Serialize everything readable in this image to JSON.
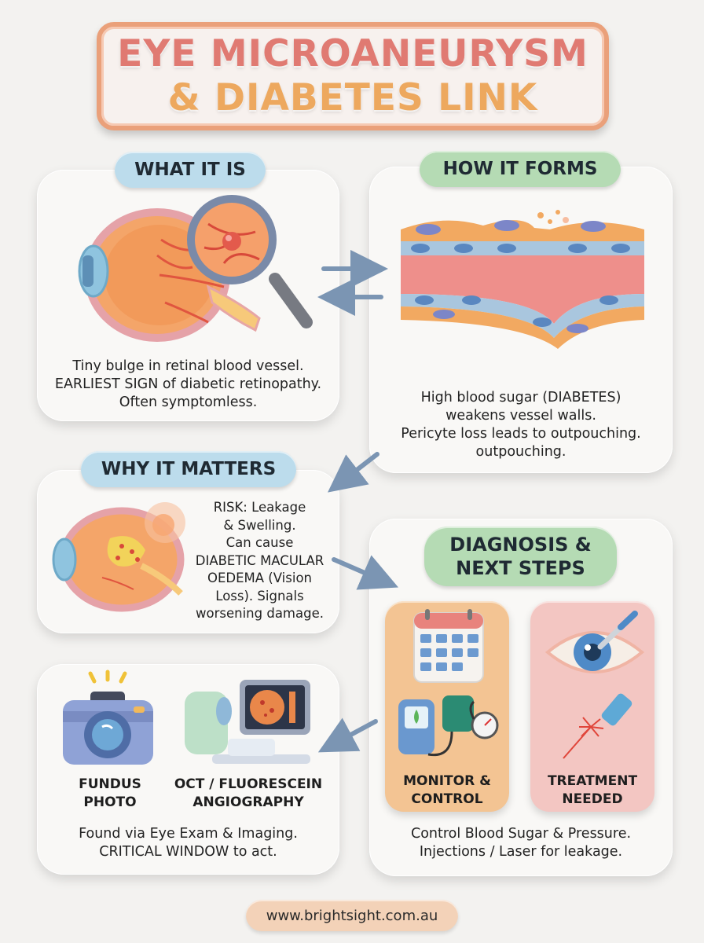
{
  "title": {
    "line1": "EYE MICROANEURYSM",
    "line2": "& DIABETES LINK"
  },
  "sections": {
    "what_it_is": {
      "heading": "WHAT IT IS",
      "lines": [
        "Tiny bulge in retinal blood vessel.",
        "EARLIEST SIGN of diabetic retinopathy.",
        "Often symptomless."
      ]
    },
    "how_it_forms": {
      "heading": "HOW IT FORMS",
      "lines": [
        "High blood sugar (DIABETES)",
        "weakens vessel walls.",
        "Pericyte loss leads to outpouching.",
        "outpouching."
      ]
    },
    "why_it_matters": {
      "heading": "WHY IT MATTERS",
      "lines": [
        "RISK: Leakage",
        "& Swelling.",
        "Can cause",
        "DIABETIC MACULAR",
        "OEDEMA (Vision",
        "Loss). Signals",
        "worsening damage."
      ]
    },
    "diagnosis": {
      "heading_line1": "DIAGNOSIS &",
      "heading_line2": "NEXT STEPS",
      "monitor": {
        "line1": "MONITOR &",
        "line2": "CONTROL"
      },
      "treatment": {
        "line1": "TREATMENT",
        "line2": "NEEDED"
      },
      "lines": [
        "Control Blood Sugar & Pressure.",
        "Injections / Laser for leakage."
      ]
    },
    "imaging": {
      "fundus": {
        "line1": "FUNDUS",
        "line2": "PHOTO"
      },
      "oct": {
        "line1": "OCT / FLUORESCEIN",
        "line2": "ANGIOGRAPHY"
      },
      "lines": [
        "Found via Eye Exam & Imaging.",
        "CRITICAL WINDOW to act."
      ]
    }
  },
  "footer": {
    "url": "www.brightsight.com.au"
  },
  "colors": {
    "background": "#f3f2f0",
    "title_border": "#eaa07a",
    "title_text_line1": "#e07a72",
    "title_text_line2": "#eda85e",
    "pill_blue": "#bcdcec",
    "pill_green": "#b5dbb4",
    "monitor_card": "#f3c493",
    "treatment_card": "#f3c6c2",
    "footer_pill": "#f3d2b8",
    "arrow": "#7b95b3"
  }
}
